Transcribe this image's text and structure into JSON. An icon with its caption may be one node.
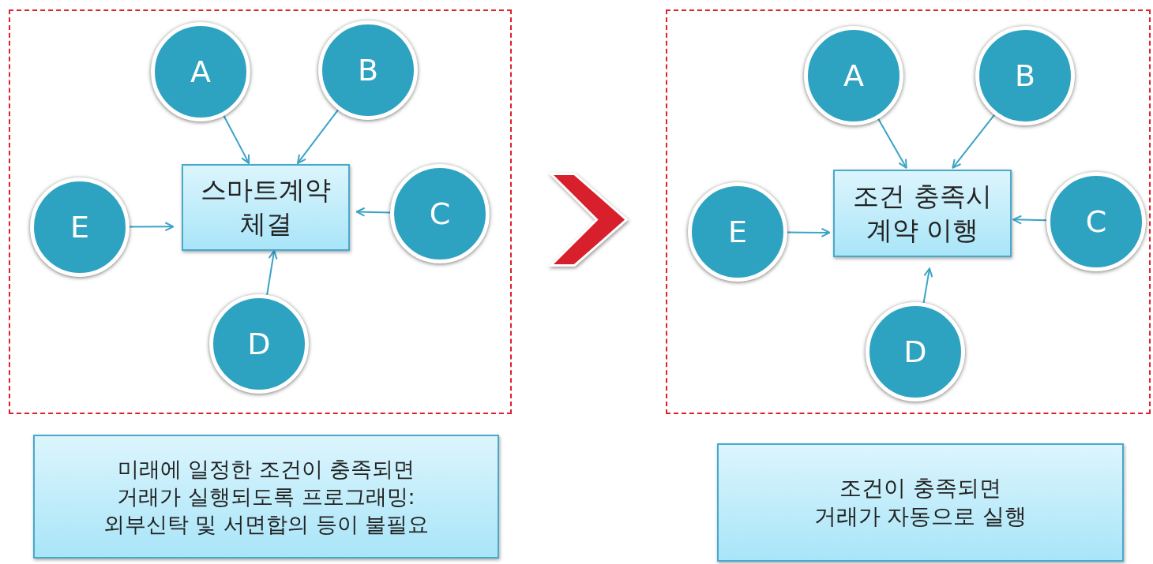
{
  "diagram": {
    "nodes": [
      {
        "text": [],
        "shape": "box"
      },
      {
        "text": [
          "A"
        ],
        "in": 0
      },
      {
        "text": [
          "B"
        ],
        "in": 0
      },
      {
        "text": [
          "스마트계약 체결"
        ],
        "in": 0
      },
      {
        "text": [
          "E"
        ],
        "in": 0
      },
      {
        "text": [
          "C"
        ],
        "in": 0
      },
      {
        "text": [
          "D"
        ],
        "in": 0
      },
      {
        "text": [],
        "shape": "box"
      },
      {
        "text": [
          "A"
        ],
        "in": 7
      },
      {
        "text": [
          "B"
        ],
        "in": 7
      },
      {
        "text": [
          "조건 충족시 계약 이행"
        ],
        "in": 7
      },
      {
        "text": [
          "E"
        ],
        "in": 7
      },
      {
        "text": [
          "C"
        ],
        "in": 7
      },
      {
        "text": [
          "D"
        ],
        "in": 7
      },
      {
        "text": [
          "미래에 일정한 조건이 충족되면 거래가 실행되도록 프로그래밍: 외부신탁 및 서면합의 등이 불필요"
        ]
      },
      {
        "text": [
          "조건이 충족되면 거래가 자동으로 실행"
        ]
      }
    ],
    "edges": [
      {
        "from": 1,
        "to": 3,
        "arrow": "to"
      },
      {
        "from": 2,
        "to": 3,
        "arrow": "to"
      },
      {
        "from": 4,
        "to": 3,
        "arrow": "to"
      },
      {
        "from": 5,
        "to": 3,
        "arrow": "to"
      },
      {
        "from": 6,
        "to": 3,
        "arrow": "to"
      },
      {
        "from": 0,
        "to": 7,
        "arrow": "to",
        "style": "thick",
        "color": "#d7202b"
      },
      {
        "from": 8,
        "to": 10,
        "arrow": "to"
      },
      {
        "from": 9,
        "to": 10,
        "arrow": "to"
      },
      {
        "from": 11,
        "to": 10,
        "arrow": "to"
      },
      {
        "from": 12,
        "to": 10,
        "arrow": "to"
      },
      {
        "from": 13,
        "to": 10,
        "arrow": "to"
      }
    ]
  }
}
